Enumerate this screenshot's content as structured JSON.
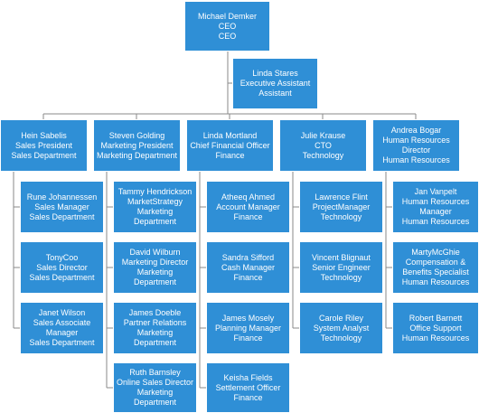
{
  "org_chart": {
    "root": [
      "Michael Demker",
      "CEO",
      "CEO"
    ],
    "assistant": [
      "Linda Stares",
      "Executive Assistant",
      "Assistant"
    ],
    "departments": [
      {
        "head": [
          "Hein Sabelis",
          "Sales President",
          "Sales Department"
        ],
        "reports": [
          [
            "Rune Johannessen",
            "Sales Manager",
            "Sales Department"
          ],
          [
            "TonyCoo",
            "Sales Director",
            "Sales Department"
          ],
          [
            "Janet Wilson",
            "Sales Associate Manager",
            "Sales Department"
          ]
        ]
      },
      {
        "head": [
          "Steven Golding",
          "Marketing President",
          "Marketing Department"
        ],
        "reports": [
          [
            "Tammy Hendrickson",
            "MarketStrategy",
            "Marketing Department"
          ],
          [
            "David Wilburn",
            "Marketing Director",
            "Marketing Department"
          ],
          [
            "James Doeble",
            "Partner Relations",
            "Marketing Department"
          ],
          [
            "Ruth Barnsley",
            "Online Sales Director",
            "Marketing Department"
          ]
        ]
      },
      {
        "head": [
          "Linda Mortland",
          "Chief Financial Officer",
          "Finance"
        ],
        "reports": [
          [
            "Atheeq Ahmed",
            "Account Manager",
            "Finance"
          ],
          [
            "Sandra Sifford",
            "Cash Manager",
            "Finance"
          ],
          [
            "James Mosely",
            "Planning Manager",
            "Finance"
          ],
          [
            "Keisha Fields",
            "Settlement Officer",
            "Finance"
          ]
        ]
      },
      {
        "head": [
          "Julie Krause",
          "CTO",
          "Technology"
        ],
        "reports": [
          [
            "Lawrence Flint",
            "ProjectManager",
            "Technology"
          ],
          [
            "Vincent Blignaut",
            "Senior Engineer",
            "Technology"
          ],
          [
            "Carole Riley",
            "System Analyst",
            "Technology"
          ]
        ]
      },
      {
        "head": [
          "Andrea Bogar",
          "Human Resources Director",
          "Human Resources"
        ],
        "reports": [
          [
            "Jan Vanpelt",
            "Human Resources Manager",
            "Human Resources"
          ],
          [
            "MartyMcGhie",
            "Compensation & Benefits Specialist",
            "Human Resources"
          ],
          [
            "Robert Barnett",
            "Office Support",
            "Human Resources"
          ]
        ]
      }
    ]
  },
  "colors": {
    "node_fill": "#2f8fd6",
    "node_text": "#ffffff",
    "connector": "#8a8a8a"
  }
}
